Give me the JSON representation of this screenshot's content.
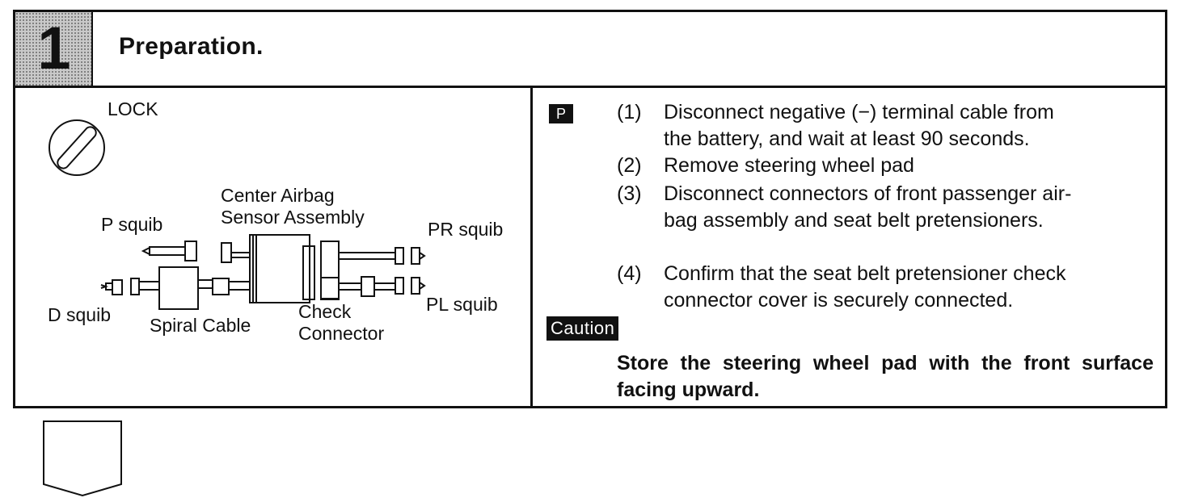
{
  "header": {
    "step_number": "1",
    "title": "Preparation."
  },
  "diagram": {
    "labels": {
      "lock": "LOCK",
      "center_line1": "Center Airbag",
      "center_line2": "Sensor Assembly",
      "p_squib": "P squib",
      "pr_squib": "PR squib",
      "d_squib": "D squib",
      "pl_squib": "PL squib",
      "spiral_cable": "Spiral Cable",
      "check_line1": "Check",
      "check_line2": "Connector"
    }
  },
  "instructions": {
    "badge": "P",
    "steps": [
      {
        "num": "(1)",
        "lines": [
          "Disconnect negative (−) terminal cable from",
          "the battery, and wait at least 90 seconds."
        ]
      },
      {
        "num": "(2)",
        "lines": [
          "Remove steering wheel pad"
        ]
      },
      {
        "num": "(3)",
        "lines": [
          "Disconnect connectors of front passenger air-",
          "bag assembly and seat belt pretensioners."
        ]
      },
      {
        "num": "(4)",
        "lines": [
          "Confirm that the seat belt pretensioner check",
          "connector cover is securely connected."
        ]
      }
    ],
    "caution_label": "Caution",
    "caution_text": "Store the steering wheel pad with the front surface facing upward."
  }
}
